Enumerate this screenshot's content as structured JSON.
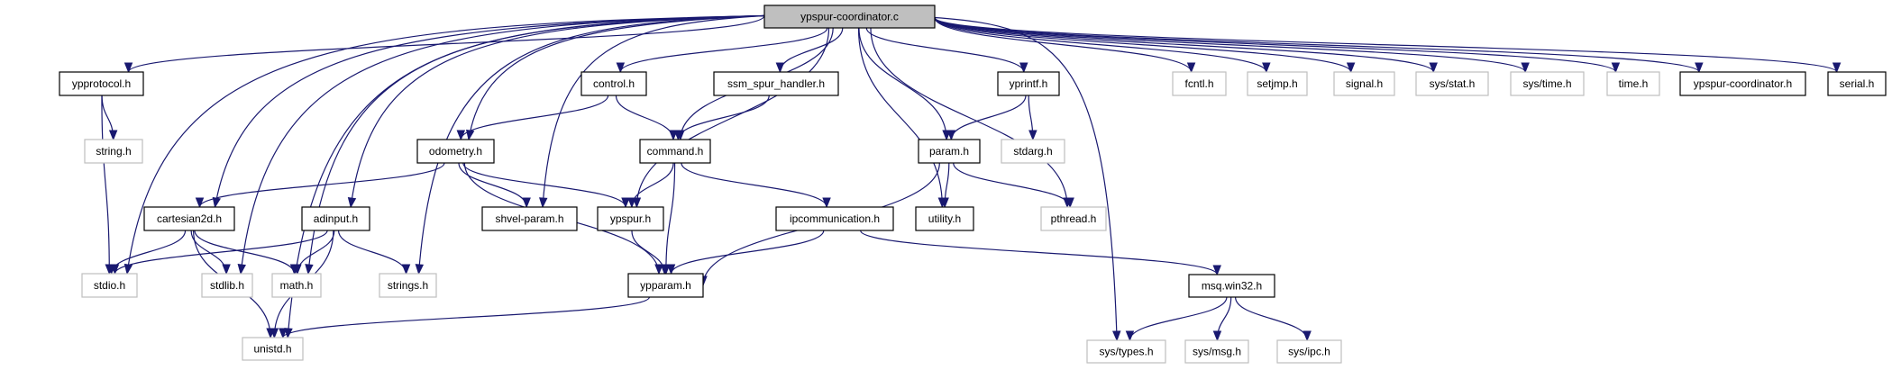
{
  "title": "ypspur-coordinator.c",
  "colors": {
    "edge": "#191970",
    "root_fill": "#bfbfbf",
    "local_border": "#000000",
    "system_border": "#bfbfbf"
  },
  "nodes": [
    {
      "id": "root",
      "label": "ypspur-coordinator.c",
      "kind": "root"
    },
    {
      "id": "ypprotocol",
      "label": "ypprotocol.h",
      "kind": "local"
    },
    {
      "id": "control",
      "label": "control.h",
      "kind": "local"
    },
    {
      "id": "ssm",
      "label": "ssm_spur_handler.h",
      "kind": "local"
    },
    {
      "id": "yprintf",
      "label": "yprintf.h",
      "kind": "local"
    },
    {
      "id": "fcntl",
      "label": "fcntl.h",
      "kind": "system"
    },
    {
      "id": "setjmp",
      "label": "setjmp.h",
      "kind": "system"
    },
    {
      "id": "signal",
      "label": "signal.h",
      "kind": "system"
    },
    {
      "id": "sysstat",
      "label": "sys/stat.h",
      "kind": "system"
    },
    {
      "id": "systime",
      "label": "sys/time.h",
      "kind": "system"
    },
    {
      "id": "time",
      "label": "time.h",
      "kind": "system"
    },
    {
      "id": "coordh",
      "label": "ypspur-coordinator.h",
      "kind": "local"
    },
    {
      "id": "serial",
      "label": "serial.h",
      "kind": "local"
    },
    {
      "id": "string",
      "label": "string.h",
      "kind": "system"
    },
    {
      "id": "odometry",
      "label": "odometry.h",
      "kind": "local"
    },
    {
      "id": "command",
      "label": "command.h",
      "kind": "local"
    },
    {
      "id": "param",
      "label": "param.h",
      "kind": "local"
    },
    {
      "id": "stdarg",
      "label": "stdarg.h",
      "kind": "system"
    },
    {
      "id": "cartesian",
      "label": "cartesian2d.h",
      "kind": "local"
    },
    {
      "id": "adinput",
      "label": "adinput.h",
      "kind": "local"
    },
    {
      "id": "shvel",
      "label": "shvel-param.h",
      "kind": "local"
    },
    {
      "id": "ypspur",
      "label": "ypspur.h",
      "kind": "local"
    },
    {
      "id": "ipcomm",
      "label": "ipcommunication.h",
      "kind": "local"
    },
    {
      "id": "utility",
      "label": "utility.h",
      "kind": "local"
    },
    {
      "id": "pthread",
      "label": "pthread.h",
      "kind": "system"
    },
    {
      "id": "stdio",
      "label": "stdio.h",
      "kind": "system"
    },
    {
      "id": "stdlib",
      "label": "stdlib.h",
      "kind": "system"
    },
    {
      "id": "math",
      "label": "math.h",
      "kind": "system"
    },
    {
      "id": "strings",
      "label": "strings.h",
      "kind": "system"
    },
    {
      "id": "ypparam",
      "label": "ypparam.h",
      "kind": "local"
    },
    {
      "id": "msq",
      "label": "msq.win32.h",
      "kind": "local"
    },
    {
      "id": "unistd",
      "label": "unistd.h",
      "kind": "system"
    },
    {
      "id": "systypes",
      "label": "sys/types.h",
      "kind": "system"
    },
    {
      "id": "sysmsg",
      "label": "sys/msg.h",
      "kind": "system"
    },
    {
      "id": "sysipc",
      "label": "sys/ipc.h",
      "kind": "system"
    }
  ],
  "edges": [
    [
      "root",
      "ypprotocol"
    ],
    [
      "root",
      "control"
    ],
    [
      "root",
      "ssm"
    ],
    [
      "root",
      "yprintf"
    ],
    [
      "root",
      "fcntl"
    ],
    [
      "root",
      "setjmp"
    ],
    [
      "root",
      "signal"
    ],
    [
      "root",
      "sysstat"
    ],
    [
      "root",
      "systime"
    ],
    [
      "root",
      "time"
    ],
    [
      "root",
      "coordh"
    ],
    [
      "root",
      "serial"
    ],
    [
      "root",
      "odometry"
    ],
    [
      "root",
      "command"
    ],
    [
      "root",
      "param"
    ],
    [
      "root",
      "cartesian"
    ],
    [
      "root",
      "adinput"
    ],
    [
      "root",
      "shvel"
    ],
    [
      "root",
      "ypspur"
    ],
    [
      "root",
      "utility"
    ],
    [
      "root",
      "pthread"
    ],
    [
      "root",
      "stdio"
    ],
    [
      "root",
      "stdlib"
    ],
    [
      "root",
      "math"
    ],
    [
      "root",
      "strings"
    ],
    [
      "root",
      "unistd"
    ],
    [
      "root",
      "systypes"
    ],
    [
      "ypprotocol",
      "string"
    ],
    [
      "ypprotocol",
      "stdio"
    ],
    [
      "control",
      "odometry"
    ],
    [
      "control",
      "command"
    ],
    [
      "ssm",
      "command"
    ],
    [
      "yprintf",
      "param"
    ],
    [
      "yprintf",
      "stdarg"
    ],
    [
      "odometry",
      "cartesian"
    ],
    [
      "odometry",
      "shvel"
    ],
    [
      "odometry",
      "ypspur"
    ],
    [
      "odometry",
      "ypparam"
    ],
    [
      "command",
      "ypspur"
    ],
    [
      "command",
      "ipcomm"
    ],
    [
      "command",
      "ypparam"
    ],
    [
      "param",
      "utility"
    ],
    [
      "param",
      "pthread"
    ],
    [
      "param",
      "ypparam"
    ],
    [
      "cartesian",
      "stdio"
    ],
    [
      "cartesian",
      "stdlib"
    ],
    [
      "cartesian",
      "math"
    ],
    [
      "cartesian",
      "unistd"
    ],
    [
      "adinput",
      "stdio"
    ],
    [
      "adinput",
      "math"
    ],
    [
      "adinput",
      "strings"
    ],
    [
      "adinput",
      "unistd"
    ],
    [
      "ypspur",
      "ypparam"
    ],
    [
      "ipcomm",
      "ypparam"
    ],
    [
      "ipcomm",
      "msq"
    ],
    [
      "ypparam",
      "unistd"
    ],
    [
      "msq",
      "systypes"
    ],
    [
      "msq",
      "sysmsg"
    ],
    [
      "msq",
      "sysipc"
    ]
  ]
}
